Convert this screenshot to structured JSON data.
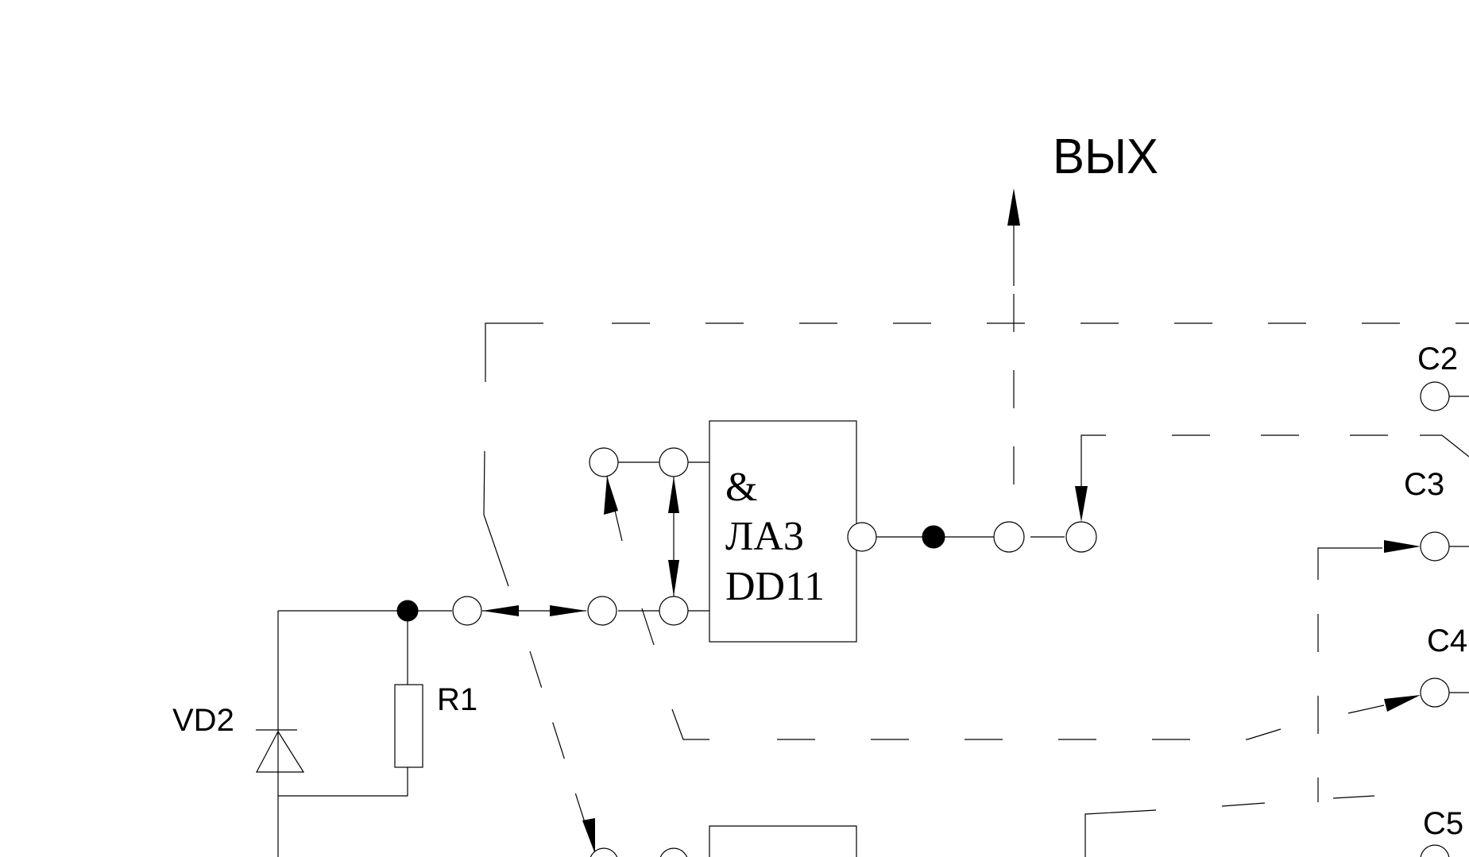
{
  "labels": {
    "output": "ВЫХ",
    "c2": "C2",
    "c3": "C3",
    "c4": "C4",
    "c5": "C5",
    "vd2": "VD2",
    "r1": "R1"
  },
  "gate": {
    "line1": "&",
    "line2": "ЛА3",
    "line3": "DD11"
  },
  "colors": {
    "ink": "#000000",
    "paper": "#ffffff"
  }
}
